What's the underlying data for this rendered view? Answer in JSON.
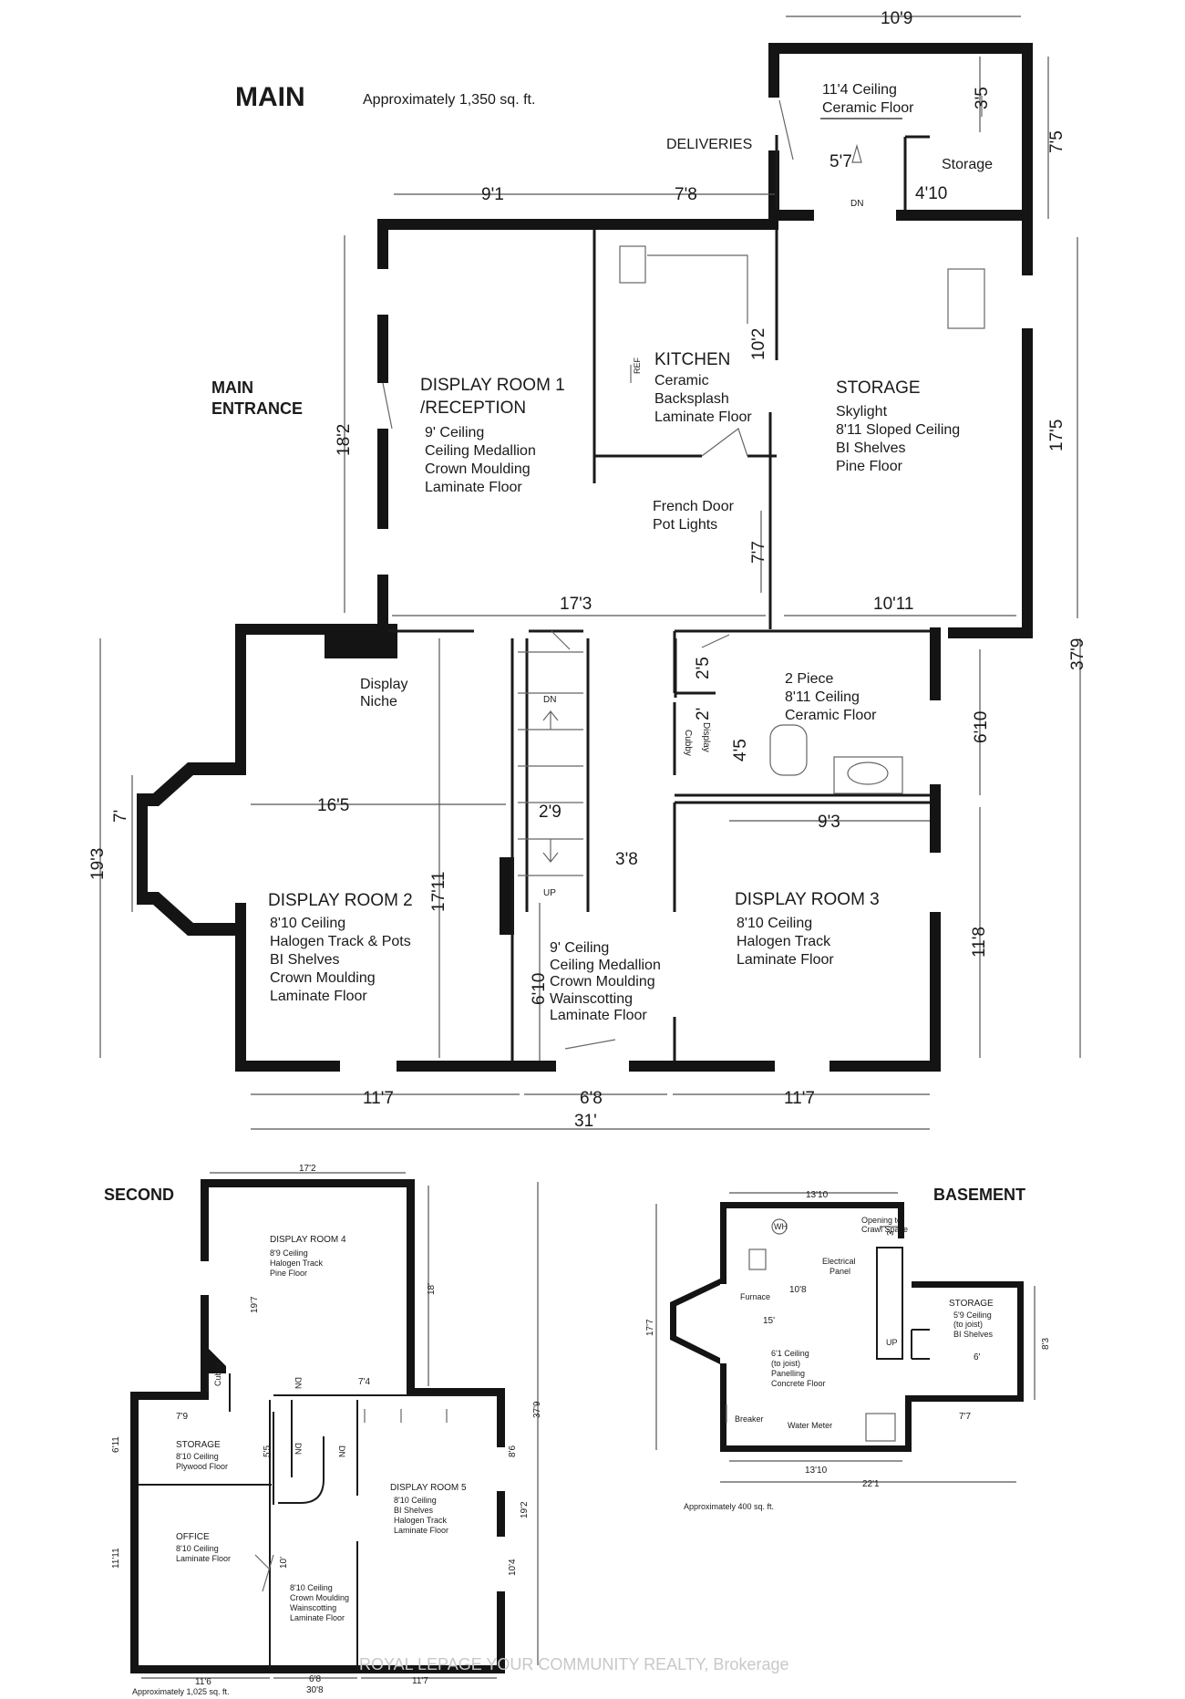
{
  "main": {
    "title": "MAIN",
    "area": "Approximately 1,350 sq. ft.",
    "main_entrance": [
      "MAIN",
      "ENTRANCE"
    ],
    "deliveries": "DELIVERIES",
    "rooms": {
      "vestibule": [
        "11'4 Ceiling",
        "Ceramic Floor"
      ],
      "storage_small": "Storage",
      "dn_small": "DN",
      "display1": [
        "DISPLAY ROOM 1",
        "/RECEPTION",
        "9' Ceiling",
        "Ceiling Medallion",
        "Crown Moulding",
        "Laminate Floor"
      ],
      "kitchen": [
        "KITCHEN",
        "Ceramic",
        "Backsplash",
        "Laminate Floor"
      ],
      "ref": "REF",
      "storage": [
        "STORAGE",
        "Skylight",
        "8'11 Sloped Ceiling",
        "BI Shelves",
        "Pine Floor"
      ],
      "hall": [
        "French Door",
        "Pot Lights"
      ],
      "display_niche": [
        "Display",
        "Niche"
      ],
      "two_piece": [
        "2 Piece",
        "8'11 Ceiling",
        "Ceramic Floor"
      ],
      "display_cubby": [
        "Display",
        "Cubby"
      ],
      "stairs_dn": "DN",
      "stairs_up": "UP",
      "display2": [
        "DISPLAY ROOM 2",
        "8'10 Ceiling",
        "Halogen Track & Pots",
        "BI Shelves",
        "Crown Moulding",
        "Laminate Floor"
      ],
      "foyer": [
        "9' Ceiling",
        "Ceiling Medallion",
        "Crown Moulding",
        "Wainscotting",
        "Laminate Floor"
      ],
      "display3": [
        "DISPLAY ROOM 3",
        "8'10 Ceiling",
        "Halogen Track",
        "Laminate Floor"
      ]
    },
    "dims": {
      "top_10_9": "10'9",
      "v_3_5": "3'5",
      "v_7_5": "7'5",
      "h_5_7": "5'7",
      "h_4_10": "4'10",
      "h_9_1": "9'1",
      "h_7_8": "7'8",
      "v_10_2": "10'2",
      "v_18_2": "18'2",
      "v_17_5": "17'5",
      "v_7_7": "7'7",
      "h_17_3": "17'3",
      "h_10_11": "10'11",
      "v_37_9": "37'9",
      "v_2_5": "2'5",
      "v_2": "2'",
      "v_4_5": "4'5",
      "v_6_10_r": "6'10",
      "h_9_3": "9'3",
      "h_16_5": "16'5",
      "h_2_9": "2'9",
      "v_19_3": "19'3",
      "v_7": "7'",
      "v_17_11": "17'11",
      "h_3_8": "3'8",
      "v_11_8": "11'8",
      "v_6_10": "6'10",
      "b_11_7_l": "11'7",
      "b_6_8": "6'8",
      "b_11_7_r": "11'7",
      "b_31": "31'"
    }
  },
  "second": {
    "title": "SECOND",
    "area": "Approximately 1,025 sq. ft.",
    "rooms": {
      "display4": [
        "DISPLAY ROOM 4",
        "8'9 Ceiling",
        "Halogen Track",
        "Pine Floor"
      ],
      "cubby": "Cubby",
      "storage": [
        "STORAGE",
        "8'10 Ceiling",
        "Plywood Floor"
      ],
      "office": [
        "OFFICE",
        "8'10 Ceiling",
        "Laminate Floor"
      ],
      "display5": [
        "DISPLAY ROOM 5",
        "8'10 Ceiling",
        "BI Shelves",
        "Halogen Track",
        "Laminate Floor"
      ],
      "hall": [
        "8'10 Ceiling",
        "Crown Moulding",
        "Wainscotting",
        "Laminate Floor"
      ],
      "dn1": "DN",
      "dn2": "DN",
      "dn3": "DN"
    },
    "dims": {
      "h_17_2": "17'2",
      "v_19_7": "19'7",
      "v_18": "18'",
      "h_7_4": "7'4",
      "h_7_9": "7'9",
      "v_6_11": "6'11",
      "v_5_5": "5'5",
      "v_37_9": "37'9",
      "v_8_6": "8'6",
      "v_19_2": "19'2",
      "v_11_11": "11'11",
      "v_10": "10'",
      "v_10_4": "10'4",
      "b_11_6": "11'6",
      "b_6_8": "6'8",
      "b_11_7": "11'7",
      "b_30_8": "30'8"
    }
  },
  "basement": {
    "title": "BASEMENT",
    "area": "Approximately 400 sq. ft.",
    "rooms": {
      "wh": "WH",
      "opening": [
        "Opening to",
        "Crawl Space"
      ],
      "electrical": [
        "Electrical",
        "Panel"
      ],
      "furnace": "Furnace",
      "main": [
        "6'1 Ceiling",
        "(to joist)",
        "Panelling",
        "Concrete Floor"
      ],
      "up": "UP",
      "storage": [
        "STORAGE",
        "5'9 Ceiling",
        "(to joist)",
        "BI Shelves"
      ],
      "breaker": "Breaker",
      "water_meter": "Water Meter"
    },
    "dims": {
      "h_13_10_t": "13'10",
      "v_3": "3'",
      "h_10_8": "10'8",
      "h_15": "15'",
      "v_17_7": "17'7",
      "v_8_3": "8'3",
      "h_6": "6'",
      "h_7_7": "7'7",
      "h_13_10_b": "13'10",
      "h_22_1": "22'1"
    }
  },
  "watermark": "ROYAL LEPAGE YOUR COMMUNITY REALTY, Brokerage"
}
